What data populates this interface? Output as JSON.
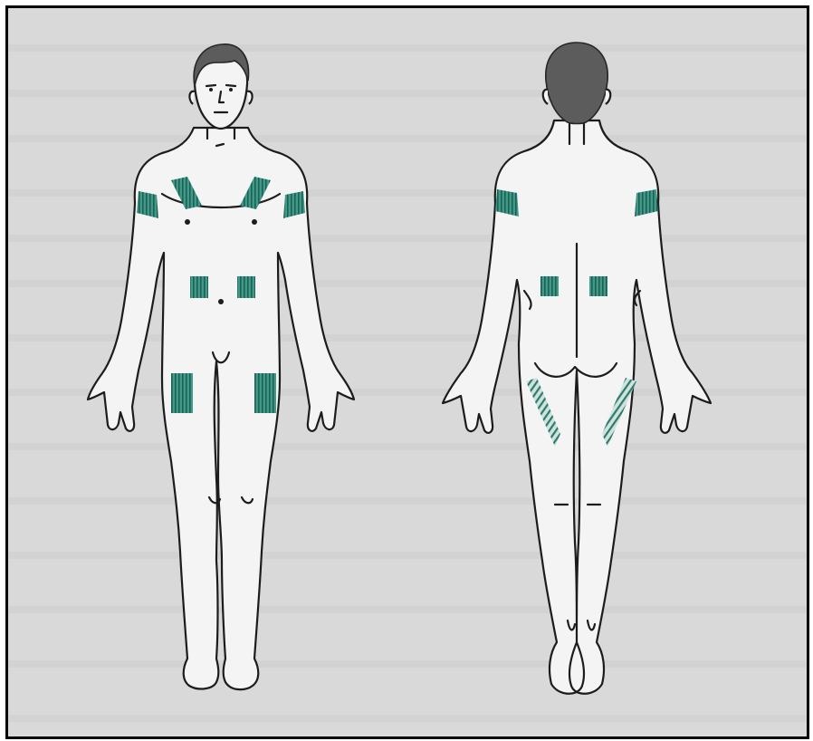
{
  "figure": {
    "views": [
      "front",
      "back"
    ],
    "injection_sites": {
      "front": [
        "upper-arm-left",
        "upper-arm-right",
        "upper-chest-left",
        "upper-chest-right",
        "abdomen-left",
        "abdomen-right",
        "thigh-left",
        "thigh-right"
      ],
      "back": [
        "upper-arm-left",
        "upper-arm-right",
        "lower-back-left",
        "lower-back-right",
        "buttock-lower-left",
        "buttock-lower-right"
      ]
    }
  },
  "colors": {
    "site_fill": "#3f9a88",
    "site_stripe": "#1f5f55",
    "skin": "#f4f4f4",
    "outline": "#1c1c1c",
    "hair": "#5c5c5c",
    "background": "#d9d9d9",
    "frame": "#000000"
  }
}
